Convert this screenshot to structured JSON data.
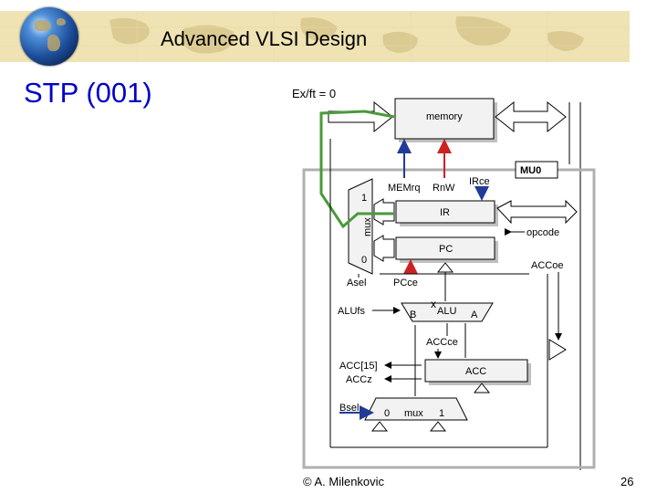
{
  "header": {
    "title": "Advanced VLSI Design",
    "logo_icon": "globe-icon"
  },
  "slide": {
    "heading": "STP (001)"
  },
  "diagram": {
    "state_label": "Ex/ft = 0",
    "blocks": {
      "memory": "memory",
      "mu0": "MU0",
      "ir": "IR",
      "pc": "PC",
      "alu": "ALU",
      "acc": "ACC",
      "mux": "mux"
    },
    "signals": {
      "memrq": "MEMrq",
      "rnw": "RnW",
      "irce": "IRce",
      "opcode": "opcode",
      "accoe": "ACCoe",
      "asel": "Asel",
      "pcce": "PCce",
      "alufs": "ALUfs",
      "accce": "ACCce",
      "acc15": "ACC[15]",
      "accz": "ACCz",
      "bsel": "Bsel"
    },
    "ports": {
      "alu_b": "B",
      "alu_a": "A",
      "mux_0": "0",
      "mux_1": "1",
      "amux_1": "1",
      "amux_0": "0",
      "amux_label": "mux",
      "marker_x": "x"
    },
    "colors": {
      "data_path": "#4a9a3a",
      "active_signal": "#cc2222",
      "control_signal": "#223a99",
      "frame": "#b0b0b0"
    }
  },
  "footer": {
    "author": "© A. Milenkovic",
    "page": "26"
  }
}
